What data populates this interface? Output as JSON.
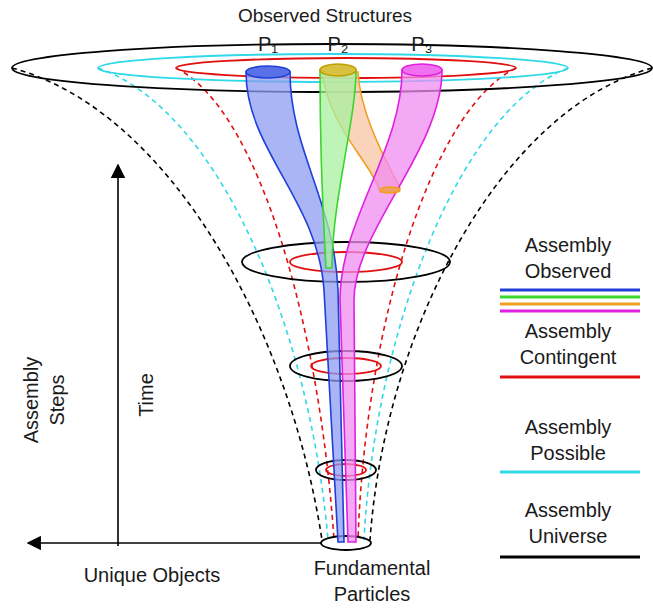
{
  "diagram": {
    "title": "Observed Structures",
    "labels": [
      "P₁",
      "P₂",
      "P₃",
      "Assembly Steps",
      "Time",
      "Unique Objects",
      "Fundamental Particles"
    ],
    "legend": [
      {
        "text": "Assembly Observed"
      },
      {
        "text": "Assembly Contingent"
      },
      {
        "text": "Assembly Possible"
      },
      {
        "text": "Assembly Universe"
      }
    ]
  }
}
